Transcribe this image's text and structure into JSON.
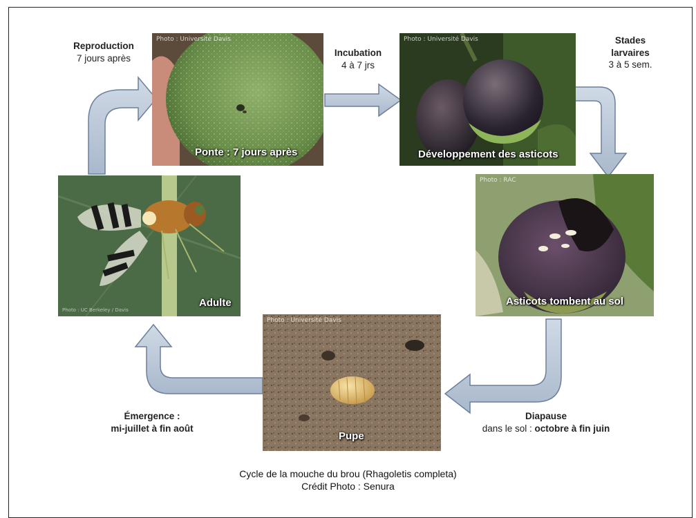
{
  "stages": {
    "ponte": {
      "caption": "Ponte : 7 jours après",
      "credit": "Photo : Université Davis"
    },
    "developpement": {
      "caption": "Développement des asticots",
      "credit": "Photo : Université Davis"
    },
    "tombent": {
      "caption": "Asticots tombent au sol",
      "credit": "Photo : RAC"
    },
    "pupe": {
      "caption": "Pupe",
      "credit": "Photo : Université Davis"
    },
    "adulte": {
      "caption": "Adulte",
      "credit": "Photo : UC Berkeley / Davis"
    }
  },
  "transitions": {
    "reproduction": {
      "title": "Reproduction",
      "detail": "7 jours après"
    },
    "incubation": {
      "title": "Incubation",
      "detail": "4 à 7 jrs"
    },
    "stades": {
      "title_line1": "Stades",
      "title_line2": "larvaires",
      "detail": "3 à 5 sem."
    },
    "diapause": {
      "title": "Diapause",
      "detail_prefix": "dans le sol : ",
      "detail_bold": "octobre à fin juin"
    },
    "emergence": {
      "title": "Émergence :",
      "detail": "mi-juillet à fin août"
    }
  },
  "footer": {
    "line1": "Cycle de la mouche du brou (Rhagoletis completa)",
    "line2": "Crédit Photo : Senura"
  },
  "colors": {
    "arrow_fill": "#b7c4d6",
    "arrow_stroke": "#6b7f9c"
  }
}
